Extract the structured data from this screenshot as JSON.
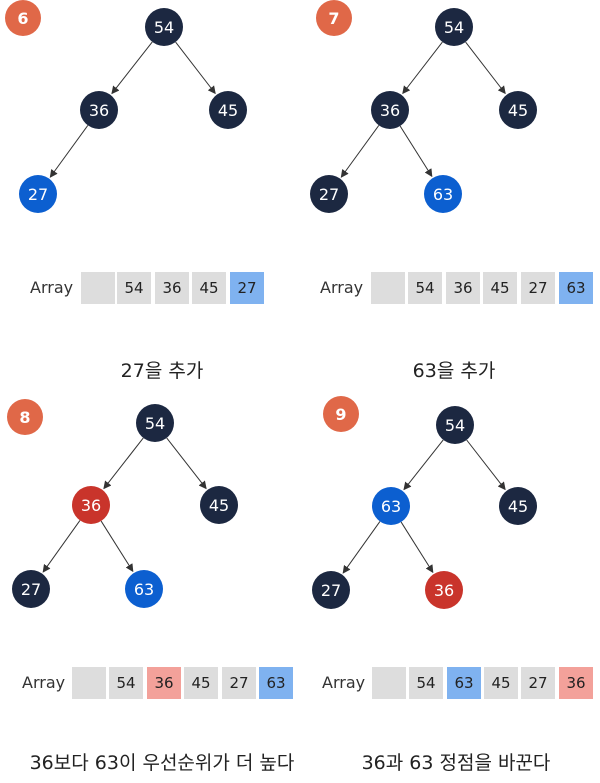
{
  "colors": {
    "default_node": "#1c2841",
    "highlight_blue": "#0c5fd0",
    "highlight_red": "#c9342b",
    "step_badge": "#e06848",
    "cell_default": "#dddddd",
    "cell_blue": "#7fb2f0",
    "cell_red": "#f3a19a"
  },
  "panels": [
    {
      "step": "6",
      "caption": "27을 추가",
      "array_label": "Array",
      "nodes": [
        {
          "id": "a",
          "value": "54",
          "state": "default"
        },
        {
          "id": "b",
          "value": "36",
          "state": "default"
        },
        {
          "id": "c",
          "value": "45",
          "state": "default"
        },
        {
          "id": "d",
          "value": "27",
          "state": "blue"
        }
      ],
      "edges": [
        [
          "a",
          "b"
        ],
        [
          "a",
          "c"
        ],
        [
          "b",
          "d"
        ]
      ],
      "cells": [
        {
          "value": "",
          "state": "default"
        },
        {
          "value": "54",
          "state": "default"
        },
        {
          "value": "36",
          "state": "default"
        },
        {
          "value": "45",
          "state": "default"
        },
        {
          "value": "27",
          "state": "blue"
        }
      ]
    },
    {
      "step": "7",
      "caption": "63을 추가",
      "array_label": "Array",
      "nodes": [
        {
          "id": "a",
          "value": "54",
          "state": "default"
        },
        {
          "id": "b",
          "value": "36",
          "state": "default"
        },
        {
          "id": "c",
          "value": "45",
          "state": "default"
        },
        {
          "id": "d",
          "value": "27",
          "state": "default"
        },
        {
          "id": "e",
          "value": "63",
          "state": "blue"
        }
      ],
      "edges": [
        [
          "a",
          "b"
        ],
        [
          "a",
          "c"
        ],
        [
          "b",
          "d"
        ],
        [
          "b",
          "e"
        ]
      ],
      "cells": [
        {
          "value": "",
          "state": "default"
        },
        {
          "value": "54",
          "state": "default"
        },
        {
          "value": "36",
          "state": "default"
        },
        {
          "value": "45",
          "state": "default"
        },
        {
          "value": "27",
          "state": "default"
        },
        {
          "value": "63",
          "state": "blue"
        }
      ]
    },
    {
      "step": "8",
      "caption": "36보다 63이 우선순위가 더 높다",
      "array_label": "Array",
      "nodes": [
        {
          "id": "a",
          "value": "54",
          "state": "default"
        },
        {
          "id": "b",
          "value": "36",
          "state": "red"
        },
        {
          "id": "c",
          "value": "45",
          "state": "default"
        },
        {
          "id": "d",
          "value": "27",
          "state": "default"
        },
        {
          "id": "e",
          "value": "63",
          "state": "blue"
        }
      ],
      "edges": [
        [
          "a",
          "b"
        ],
        [
          "a",
          "c"
        ],
        [
          "b",
          "d"
        ],
        [
          "b",
          "e"
        ]
      ],
      "cells": [
        {
          "value": "",
          "state": "default"
        },
        {
          "value": "54",
          "state": "default"
        },
        {
          "value": "36",
          "state": "red"
        },
        {
          "value": "45",
          "state": "default"
        },
        {
          "value": "27",
          "state": "default"
        },
        {
          "value": "63",
          "state": "blue"
        }
      ]
    },
    {
      "step": "9",
      "caption": "36과 63 정점을 바꾼다",
      "array_label": "Array",
      "nodes": [
        {
          "id": "a",
          "value": "54",
          "state": "default"
        },
        {
          "id": "b",
          "value": "63",
          "state": "blue"
        },
        {
          "id": "c",
          "value": "45",
          "state": "default"
        },
        {
          "id": "d",
          "value": "27",
          "state": "default"
        },
        {
          "id": "e",
          "value": "36",
          "state": "red"
        }
      ],
      "edges": [
        [
          "a",
          "b"
        ],
        [
          "a",
          "c"
        ],
        [
          "b",
          "d"
        ],
        [
          "b",
          "e"
        ]
      ],
      "cells": [
        {
          "value": "",
          "state": "default"
        },
        {
          "value": "54",
          "state": "default"
        },
        {
          "value": "63",
          "state": "blue"
        },
        {
          "value": "45",
          "state": "default"
        },
        {
          "value": "27",
          "state": "default"
        },
        {
          "value": "36",
          "state": "red"
        }
      ]
    }
  ]
}
